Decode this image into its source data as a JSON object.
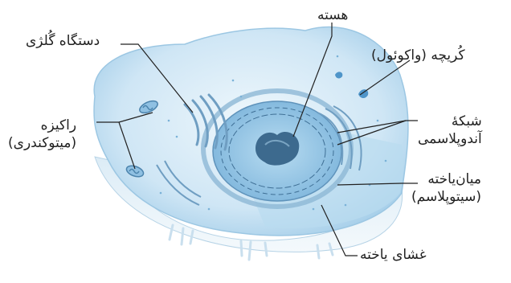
{
  "labels": {
    "nucleus": "هسته",
    "golgi": "دستگاه گُلژی",
    "vacuole": "کُریچه (واکوئول)",
    "mito_line1": "راکیزه",
    "mito_line2": "(میتوکندری)",
    "er_line1": "شبکهٔ",
    "er_line2": "آندوپلاسمی",
    "cyto_line1": "میان‌یاخته",
    "cyto_line2": "(سیتوپلاسم)",
    "membrane": "غشای یاخته"
  },
  "colors": {
    "cell_light": "#d9ecf7",
    "cell_mid": "#a9d2ec",
    "cell_dark": "#6aa8d4",
    "nucleus": "#3d6a8e",
    "leader": "#222222"
  }
}
